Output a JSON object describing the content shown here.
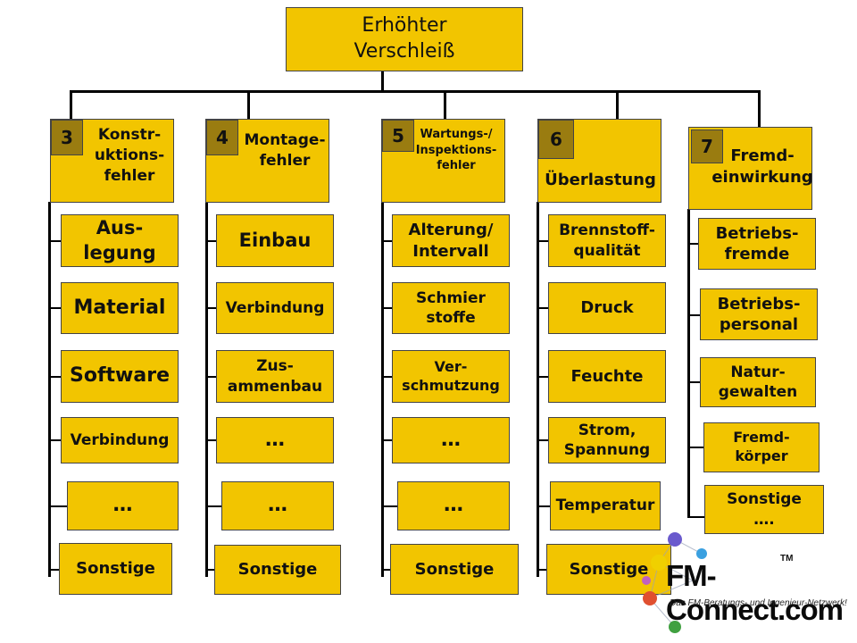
{
  "root": {
    "label": "Erhöhter\nVerschleiß"
  },
  "columns": [
    {
      "number": "3",
      "title": "Konstr-\nuktions-\nfehler",
      "items": [
        "Aus-\nlegung",
        "Material",
        "Software",
        "Verbindung",
        "…",
        "Sonstige"
      ]
    },
    {
      "number": "4",
      "title": "Montage-\nfehler",
      "items": [
        "Einbau",
        "Verbindung",
        "Zus-\nammenbau",
        "…",
        "…",
        "Sonstige"
      ]
    },
    {
      "number": "5",
      "title": "Wartungs-/\nInspektions-\nfehler",
      "items": [
        "Alterung/\nIntervall",
        "Schmier\nstoffe",
        "Ver-\nschmutzung",
        "…",
        "…",
        "Sonstige"
      ]
    },
    {
      "number": "6",
      "title": "Überlastung",
      "items": [
        "Brennstoff-\nqualität",
        "Druck",
        "Feuchte",
        "Strom,\nSpannung",
        "Temperatur",
        "Sonstige"
      ]
    },
    {
      "number": "7",
      "title": "Fremd-\neinwirkung",
      "items": [
        "Betriebs-\nfremde",
        "Betriebs-\npersonal",
        "Natur-\ngewalten",
        "Fremd-\nkörper",
        "Sonstige\n…."
      ]
    }
  ],
  "logo": {
    "text": "FM-Connect.com",
    "tm": "TM",
    "tagline": "Das FM-Beratungs- und Ingenieur-Netzwerk!"
  },
  "colors": {
    "box_fill": "#f2c500",
    "number_fill": "#9a7c10",
    "line": "#000000"
  }
}
